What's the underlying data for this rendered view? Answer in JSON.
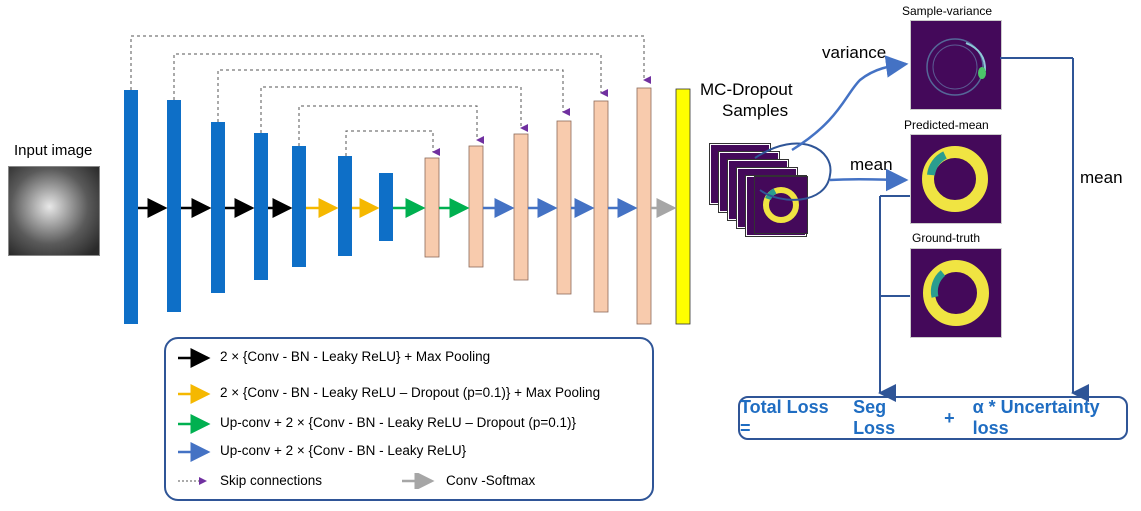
{
  "labels": {
    "input_image": "Input image",
    "mc_dropout_line1": "MC-Dropout",
    "mc_dropout_line2": "Samples",
    "variance": "variance",
    "mean_arrow": "mean",
    "mean_right": "mean",
    "sample_variance": "Sample-variance",
    "predicted_mean": "Predicted-mean",
    "ground_truth": "Ground-truth"
  },
  "loss": {
    "total": "Total Loss =",
    "seg": "Seg Loss",
    "plus": "+",
    "alpha": "α * Uncertainty loss"
  },
  "legend": [
    {
      "color": "#000000",
      "text": "2 × {Conv - BN - Leaky ReLU} + Max Pooling"
    },
    {
      "color": "#f5b800",
      "text": "2 × {Conv - BN - Leaky ReLU – Dropout (p=0.1)} + Max Pooling"
    },
    {
      "color": "#00b050",
      "text": "Up-conv + 2 × {Conv - BN - Leaky ReLU – Dropout (p=0.1)}"
    },
    {
      "color": "#4472c4",
      "text": "Up-conv + 2 × {Conv - BN - Leaky ReLU}"
    }
  ],
  "legend_bottom": {
    "skip": "Skip connections",
    "conv": "Conv -Softmax"
  },
  "colors": {
    "encoder": "#0e6fc7",
    "decoder": "#f8cbad",
    "output": "#ffff00",
    "map_bg": "#44095a",
    "ring": "#f0e442",
    "ring_inner": "#2a9d8f",
    "accent": "#2f5597"
  }
}
